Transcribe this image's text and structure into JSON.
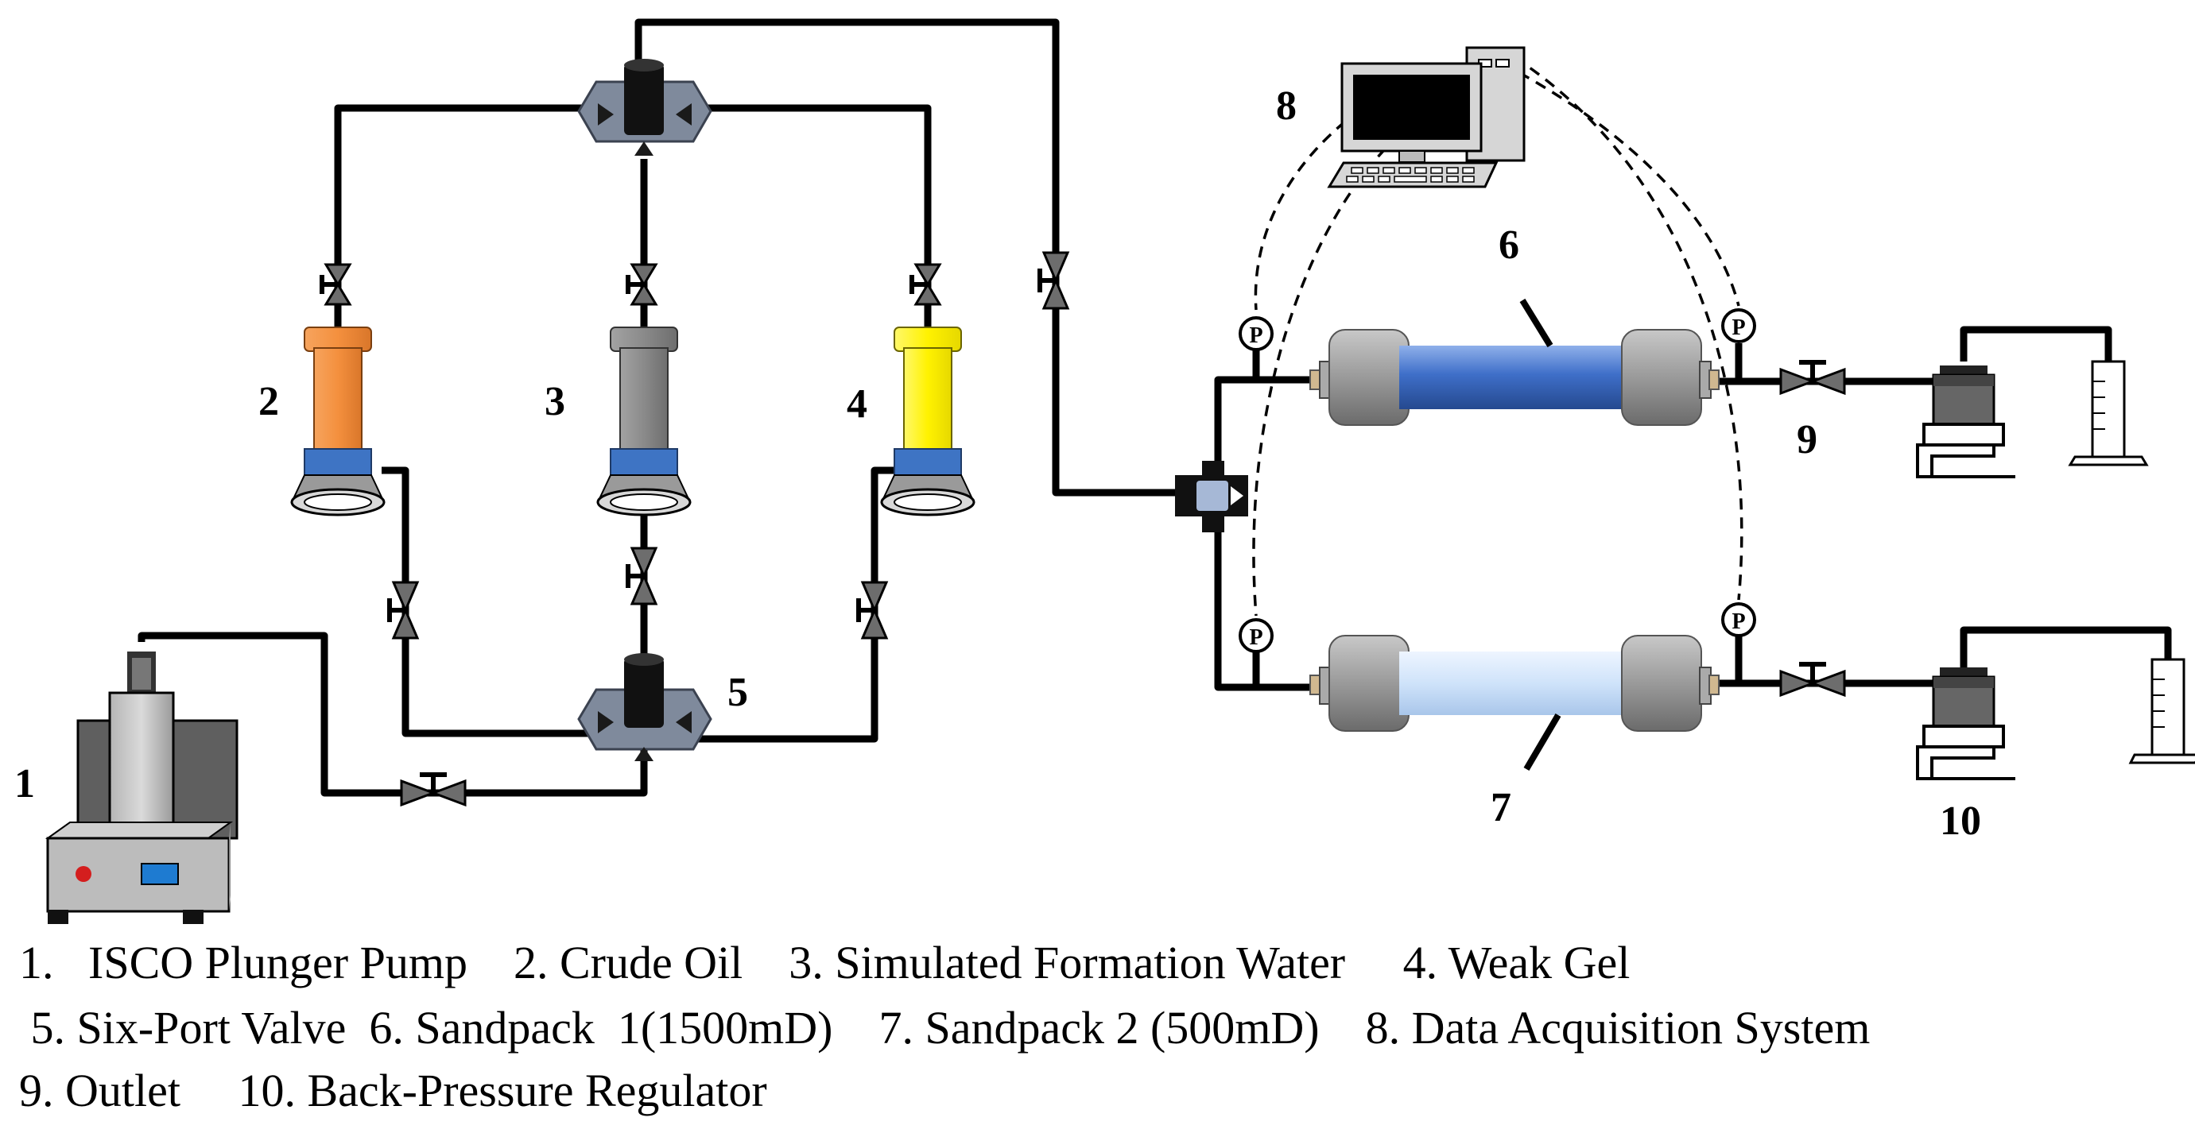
{
  "labels": {
    "n1": "1",
    "n2": "2",
    "n3": "3",
    "n4": "4",
    "n5": "5",
    "n6": "6",
    "n7": "7",
    "n8": "8",
    "n9": "9",
    "n10": "10",
    "p": "P"
  },
  "legend": {
    "line1": "1.   ISCO Plunger Pump    2. Crude Oil    3. Simulated Formation Water     4. Weak Gel",
    "line2": " 5. Six-Port Valve  6. Sandpack  1(1500mD)    7. Sandpack 2 (500mD)    8. Data Acquisition System",
    "line3": "9. Outlet     10. Back-Pressure Regulator"
  },
  "colors": {
    "crude_oil": "#F4903E",
    "formation_water": "#8A8A8A",
    "weak_gel": "#FFF200",
    "sandpack_1": "#3F6FC9",
    "sandpack_2": "#CFE3FA",
    "band": "#3E74C4",
    "screen": "#000000",
    "pump_button_red": "#D41E1E",
    "pump_button_blue": "#1E7BD1"
  }
}
